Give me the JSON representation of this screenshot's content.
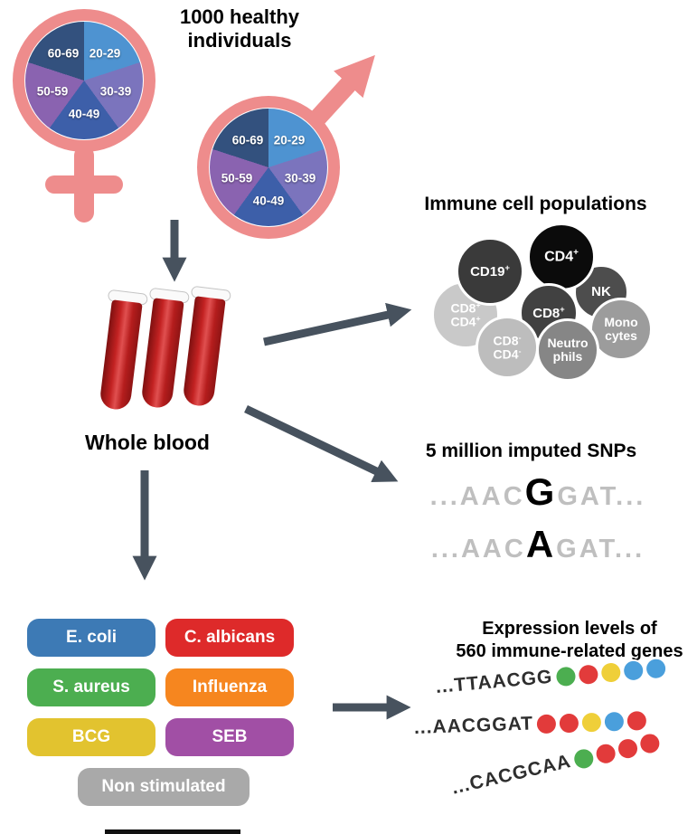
{
  "palette": {
    "arrow": "#47525e",
    "gender_pink": "#ee8c8c"
  },
  "demographics": {
    "title_line1": "1000 healthy",
    "title_line2": "individuals",
    "age_groups": [
      {
        "label": "20-29",
        "color": "#4e93d1"
      },
      {
        "label": "30-39",
        "color": "#7b74bd"
      },
      {
        "label": "40-49",
        "color": "#3d5fa9"
      },
      {
        "label": "50-59",
        "color": "#8a63b0"
      },
      {
        "label": "60-69",
        "color": "#33517e"
      }
    ]
  },
  "blood": {
    "label": "Whole blood"
  },
  "immune": {
    "title": "Immune cell populations",
    "cells": [
      {
        "l1": "CD19",
        "s1": "+",
        "color": "#3a3a3a"
      },
      {
        "l1": "CD4",
        "s1": "+",
        "color": "#0b0b0b"
      },
      {
        "l1": "NK",
        "color": "#4d4d4d"
      },
      {
        "l1": "CD8",
        "s1": "+",
        "color": "#414141"
      },
      {
        "l1": "CD8",
        "s1": "+",
        "l2": "CD4",
        "s2": "+",
        "color": "#c9c9c9"
      },
      {
        "l1": "Mono",
        "l2": "cytes",
        "color": "#9c9c9c"
      },
      {
        "l1": "Neutro",
        "l2": "phils",
        "color": "#868686"
      },
      {
        "l1": "CD8",
        "s1": "-",
        "l2": "CD4",
        "s2": "-",
        "color": "#bdbdbd"
      }
    ]
  },
  "snps": {
    "title": "5 million imputed SNPs",
    "rows": [
      {
        "pre": "...AAC",
        "variant": "G",
        "post": "GAT..."
      },
      {
        "pre": "...AAC",
        "variant": "A",
        "post": "GAT..."
      }
    ]
  },
  "stimulations": {
    "items": [
      {
        "label": "E. coli",
        "color": "#3d7ab5"
      },
      {
        "label": "C. albicans",
        "color": "#de2a2a"
      },
      {
        "label": "S. aureus",
        "color": "#4cae50"
      },
      {
        "label": "Influenza",
        "color": "#f6861f"
      },
      {
        "label": "BCG",
        "color": "#e2c32f"
      },
      {
        "label": "SEB",
        "color": "#a14fa5"
      },
      {
        "label": "Non stimulated",
        "color": "#a9a9a9"
      }
    ]
  },
  "expression": {
    "title_line1": "Expression levels of",
    "title_line2": "560 immune-related genes",
    "rows": [
      {
        "seq": "...TTAACGG",
        "dots": [
          "#4cae50",
          "#e23b3b",
          "#efcf39",
          "#4a9fdc",
          "#4a9fdc"
        ]
      },
      {
        "seq": "...AACGGAT",
        "dots": [
          "#e23b3b",
          "#e23b3b",
          "#efcf39",
          "#4a9fdc",
          "#e23b3b"
        ]
      },
      {
        "seq": "...CACGCAA",
        "dots": [
          "#4cae50",
          "#e23b3b",
          "#e23b3b",
          "#e23b3b"
        ]
      }
    ]
  }
}
